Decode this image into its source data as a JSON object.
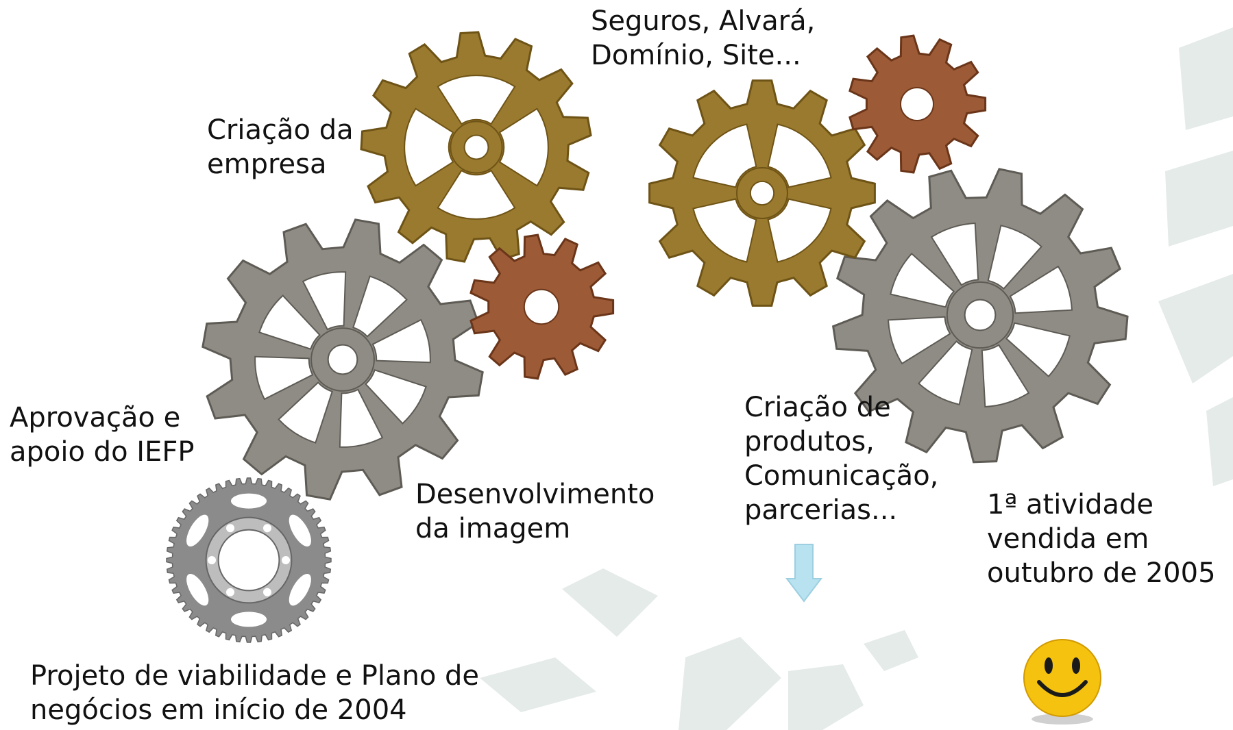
{
  "slide": {
    "labels": {
      "criacao_empresa": "Criação da\nempresa",
      "seguros": "Seguros, Alvará,\nDomínio, Site...",
      "aprovacao_iefp": "Aprovação e\napoio do IEFP",
      "desenvolvimento_imagem": "Desenvolvimento\nda imagem",
      "criacao_produtos": "Criação de\nprodutos,\nComunicação,\nparcerias...",
      "atividade_vendida": "1ª atividade\nvendida em\noutubro de 2005",
      "projeto_viabilidade": "Projeto de viabilidade e Plano de\nnegócios em início de 2004"
    },
    "colors": {
      "gold": "#9a7a2e",
      "gold_dark": "#6e5316",
      "copper": "#9c5a36",
      "copper_dark": "#6a3519",
      "steel": "#8f8c86",
      "steel_dark": "#5e5b55",
      "sprocket": "#8b8b8b",
      "arrow": "#b8e2ef",
      "background_shape": "#e4ebe8",
      "smiley": "#f4c20f"
    },
    "icons": [
      "gear-icon",
      "sprocket-icon",
      "arrow-down-icon",
      "smiley-icon"
    ]
  }
}
